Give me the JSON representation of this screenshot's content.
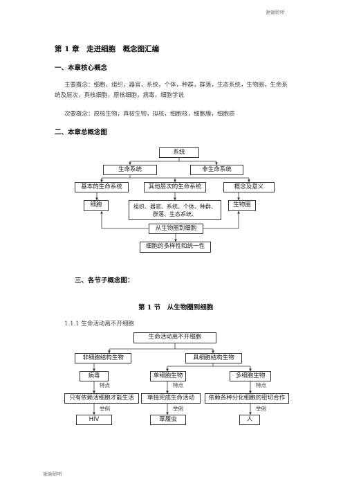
{
  "header": {
    "right_text": "谢谢聆听"
  },
  "footer": {
    "left_text": "谢谢聆听"
  },
  "title": "第 1 章　走进细胞　概念图汇编",
  "sections": {
    "core_concepts": {
      "heading": "一、本章核心概念",
      "primary_line1": "主要概念：细胞，组织，器官，系统，个体，种群，群落，生态系统，生物圈，生命系",
      "primary_line2": "统及层次，真核细胞，原核细胞，病毒，细胞学说",
      "secondary_line": "次要概念：原核生物，真核生物，拟核，细胞核，细胞膜，细胞质"
    },
    "overall_map": {
      "heading": "二、本章总概念图"
    },
    "sub_maps": {
      "heading": "三、各节子概念图："
    }
  },
  "diagram1": {
    "nodes": {
      "system": "系统",
      "life_system": "生命系统",
      "non_life_system": "非生命系统",
      "basic_life_system": "基本的生命系统",
      "other_levels": "其他层次的生命系统",
      "concept_meaning": "概念及意义",
      "cell": "细胞",
      "levels_line1": "组织、器官、系统、个体、种群、",
      "levels_line2": "群落、生态系统、",
      "biosphere": "生物圈",
      "biosphere_to_cell": "从生物圈到细胞",
      "diversity_unity": "细胞的多样性和统一性"
    }
  },
  "section1": {
    "heading": "第 1 节　从生物圈到细胞",
    "subheading": "1.1.1  生命活动离不开细胞"
  },
  "diagram2": {
    "nodes": {
      "top": "生命活动离不开细胞",
      "non_cellular": "非细胞结构生物",
      "cellular": "具细胞结构生物",
      "virus": "病毒",
      "unicellular": "单细胞生物",
      "multicellular": "多细胞生物",
      "virus_trait": "只有依赖活细胞才能生活",
      "unicellular_trait": "单独完成生命活动",
      "multicellular_trait": "依赖各种分化细胞的密切合作",
      "hiv": "HIV",
      "paramecium": "草履虫",
      "human": "人"
    },
    "labels": {
      "feature": "特点",
      "example": "举例"
    }
  }
}
